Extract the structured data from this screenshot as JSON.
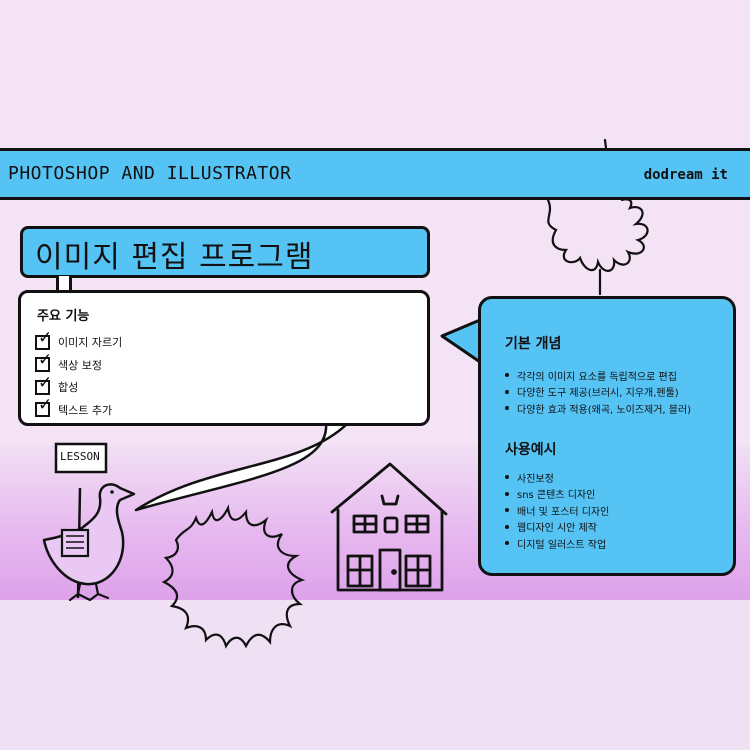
{
  "header": {
    "title": "PHOTOSHOP AND ILLUSTRATOR",
    "brand": "dodream it"
  },
  "main_title": "이미지 편집 프로그램",
  "features": {
    "heading": "주요 기능",
    "items": [
      "이미지 자르기",
      "색상 보정",
      "합성",
      "텍스트 추가"
    ]
  },
  "concept": {
    "basic_heading": "기본 개념",
    "basic_items": [
      "각각의 이미지 요소를 독립적으로 편집",
      "다양한 도구 제공(브러시, 지우개,펜툴)",
      "다양한 효과 적용(왜곡, 노이즈제거, 블러)"
    ],
    "usage_heading": "사용예시",
    "usage_items": [
      "사진보정",
      "sns 콘텐츠 디자인",
      "배너 및 포스터 디자인",
      "웹디자인 시안 제작",
      "디지털 일러스트 작업"
    ]
  },
  "illustration": {
    "sign_text": "LESSON",
    "icons": [
      "duck-icon",
      "house-icon",
      "burst-icon"
    ]
  },
  "colors": {
    "accent_blue": "#56c3f5",
    "background": "#f3e3f5",
    "band_pink": "#dda2ea",
    "duck": "#e9c9f4",
    "ink": "#111111"
  }
}
